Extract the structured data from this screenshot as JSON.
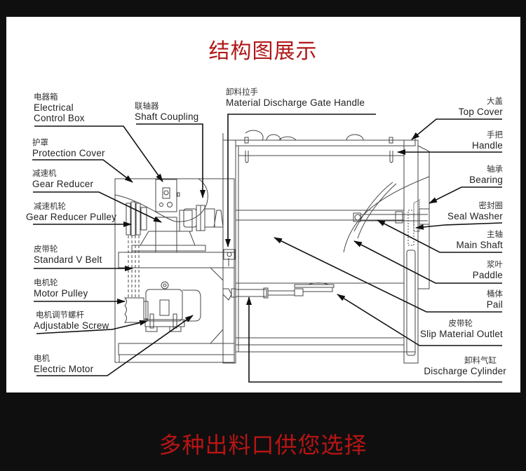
{
  "title": "结构图展示",
  "footer": "多种出料口供您选择",
  "colors": {
    "title_red": "#b01818",
    "background": "#0f0f0f",
    "panel": "#ffffff",
    "line": "#111111"
  },
  "labels_left": [
    {
      "cn": "电器箱",
      "en1": "Electrical",
      "en2": "Control Box"
    },
    {
      "cn": "护罩",
      "en1": "Protection Cover"
    },
    {
      "cn": "减速机",
      "en1": "Gear Reducer"
    },
    {
      "cn": "减速机轮",
      "en1": "Gear Reducer Pulley"
    },
    {
      "cn": "皮带轮",
      "en1": "Standard V Belt"
    },
    {
      "cn": "电机轮",
      "en1": "Motor Pulley"
    },
    {
      "cn": "电机调节螺杆",
      "en1": "Adjustable Screw"
    },
    {
      "cn": "电机",
      "en1": "Electric Motor"
    }
  ],
  "labels_top": [
    {
      "cn": "联轴器",
      "en1": "Shaft Coupling"
    },
    {
      "cn": "卸料拉手",
      "en1": "Material Discharge Gate Handle"
    }
  ],
  "labels_right": [
    {
      "cn": "大盖",
      "en1": "Top Cover"
    },
    {
      "cn": "手把",
      "en1": "Handle"
    },
    {
      "cn": "轴承",
      "en1": "Bearing"
    },
    {
      "cn": "密封圈",
      "en1": "Seal Washer"
    },
    {
      "cn": "主轴",
      "en1": "Main Shaft"
    },
    {
      "cn": "浆叶",
      "en1": "Paddle"
    },
    {
      "cn": "桶体",
      "en1": "Pail"
    },
    {
      "cn": "皮带轮",
      "en1": "Slip Material Outlet"
    },
    {
      "cn": "卸料气缸",
      "en1": "Discharge Cylinder"
    }
  ]
}
